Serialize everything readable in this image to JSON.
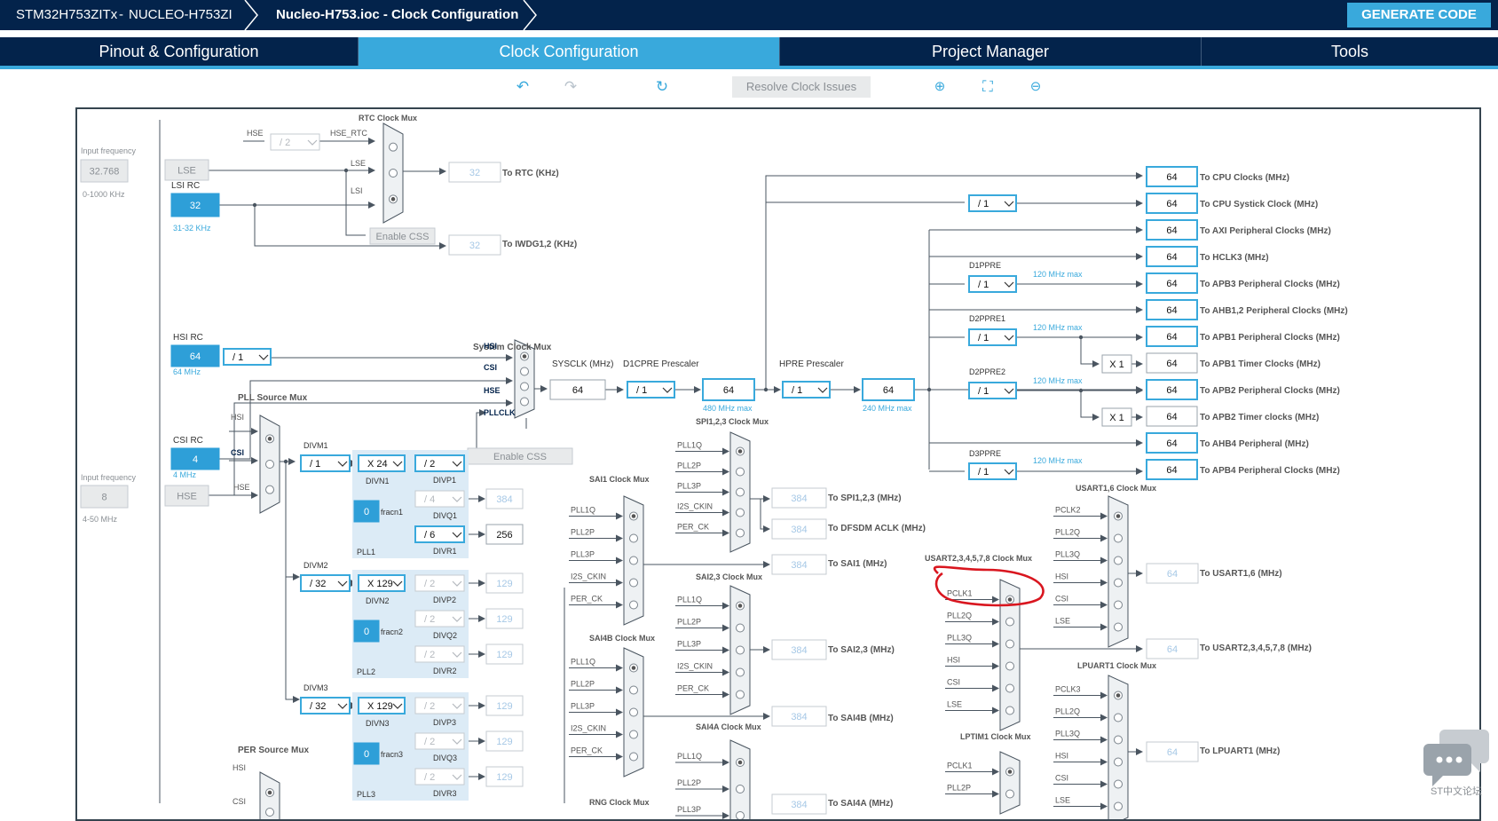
{
  "breadcrumb": {
    "device": "STM32H753ZITx",
    "sep": "-",
    "board": "NUCLEO-H753ZI",
    "file": "Nucleo-H753.ioc - Clock Configuration"
  },
  "generate_label": "GENERATE CODE",
  "tabs": [
    "Pinout & Configuration",
    "Clock Configuration",
    "Project Manager",
    "Tools"
  ],
  "toolbar": {
    "resolve": "Resolve Clock Issues"
  },
  "diagram": {
    "input_frequency_label": "Input frequency",
    "lse_freq": "32.768",
    "lse_range": "0-1000 KHz",
    "lse": "LSE",
    "lsi_rc": "LSI RC",
    "lsi_value": "32",
    "lsi_range": "31-32 KHz",
    "hse_freq": "8",
    "hse_range": "4-50 MHz",
    "hse": "HSE",
    "rtc_mux": "RTC Clock Mux",
    "hse_label": "HSE",
    "hse_div": "/ 2",
    "hse_rtc": "HSE_RTC",
    "mux_lse": "LSE",
    "mux_lsi": "LSI",
    "enable_css": "Enable CSS",
    "to_rtc_value": "32",
    "to_rtc": "To RTC (KHz)",
    "to_iwdg_value": "32",
    "to_iwdg": "To IWDG1,2 (KHz)",
    "hsi_rc": "HSI RC",
    "hsi_value": "64",
    "hsi_freq": "64 MHz",
    "hsi_div": "/ 1",
    "sys_mux": "System Clock Mux",
    "sys_hsi": "HSI",
    "sys_csi": "CSI",
    "sys_hse": "HSE",
    "sys_pllclk": "PLLCLK",
    "csi_rc": "CSI RC",
    "csi_value": "4",
    "csi_freq": "4 MHz",
    "pll_source_mux": "PLL Source Mux",
    "pll_hsi": "HSI",
    "pll_csi": "CSI",
    "pll_hse": "HSE",
    "sysclk_label": "SYSCLK (MHz)",
    "sysclk_value": "64",
    "d1cpre_label": "D1CPRE Prescaler",
    "d1cpre_value": "/ 1",
    "cpu_value": "64",
    "cpu_max": "480 MHz max",
    "hpre_label": "HPRE Prescaler",
    "hpre_value": "/ 1",
    "hclk_value": "64",
    "hclk_max": "240 MHz max",
    "divm1": "DIVM1",
    "divm1_value": "/ 1",
    "divn1_value": "X 24",
    "divn1": "DIVN1",
    "divp1_value": "/ 2",
    "divp1": "DIVP1",
    "divq1_value": "/ 4",
    "divq1": "DIVQ1",
    "divq1_out": "384",
    "divr1_value": "/ 6",
    "divr1": "DIVR1",
    "divr1_out": "256",
    "fracn1_value": "0",
    "fracn1": "fracn1",
    "pll1": "PLL1",
    "divm2": "DIVM2",
    "divm2_value": "/ 32",
    "divn2_value": "X 129",
    "divn2": "DIVN2",
    "divp2_value": "/ 2",
    "divp2": "DIVP2",
    "divp2_out": "129",
    "divq2_value": "/ 2",
    "divq2": "DIVQ2",
    "divq2_out": "129",
    "divr2_value": "/ 2",
    "divr2": "DIVR2",
    "divr2_out": "129",
    "fracn2_value": "0",
    "fracn2": "fracn2",
    "pll2": "PLL2",
    "divm3": "DIVM3",
    "divm3_value": "/ 32",
    "divn3_value": "X 129",
    "divn3": "DIVN3",
    "divp3_value": "/ 2",
    "divp3": "DIVP3",
    "divp3_out": "129",
    "divq3_value": "/ 2",
    "divq3": "DIVQ3",
    "divq3_out": "129",
    "divr3_value": "/ 2",
    "divr3": "DIVR3",
    "divr3_out": "129",
    "fracn3_value": "0",
    "fracn3": "fracn3",
    "pll3": "PLL3",
    "per_source_mux": "PER Source Mux",
    "per_hsi": "HSI",
    "per_csi": "CSI",
    "outputs": [
      {
        "value": "64",
        "label": "To CPU Clocks (MHz)"
      },
      {
        "value": "64",
        "label": "To CPU Systick Clock (MHz)"
      },
      {
        "value": "64",
        "label": "To AXI Peripheral Clocks (MHz)"
      },
      {
        "value": "64",
        "label": "To HCLK3 (MHz)"
      },
      {
        "value": "64",
        "label": "To APB3 Peripheral Clocks (MHz)"
      },
      {
        "value": "64",
        "label": "To AHB1,2 Peripheral Clocks (MHz)"
      },
      {
        "value": "64",
        "label": "To APB1 Peripheral Clocks (MHz)"
      },
      {
        "value": "64",
        "label": "To APB1 Timer Clocks (MHz)"
      },
      {
        "value": "64",
        "label": "To APB2 Peripheral Clocks (MHz)"
      },
      {
        "value": "64",
        "label": "To APB2 Timer clocks (MHz)"
      },
      {
        "value": "64",
        "label": "To AHB4 Peripheral (MHz)"
      },
      {
        "value": "64",
        "label": "To APB4 Peripheral Clocks (MHz)"
      }
    ],
    "systick_div": "/ 1",
    "d1ppre": "D1PPRE",
    "d1ppre_value": "/ 1",
    "d2ppre1": "D2PPRE1",
    "d2ppre1_value": "/ 1",
    "d2ppre2": "D2PPRE2",
    "d2ppre2_value": "/ 1",
    "d3ppre": "D3PPRE",
    "d3ppre_value": "/ 1",
    "max_120": "120 MHz max",
    "timer_mult": "X 1",
    "spi123_mux": "SPI1,2,3 Clock Mux",
    "spi_inputs": [
      "PLL1Q",
      "PLL2P",
      "PLL3P",
      "I2S_CKIN",
      "PER_CK"
    ],
    "to_spi_value": "384",
    "to_spi": "To SPI1,2,3 (MHz)",
    "to_dfsdm_value": "384",
    "to_dfsdm": "To DFSDM ACLK (MHz)",
    "to_sai1_value": "384",
    "to_sai1": "To SAI1 (MHz)",
    "sai1_mux": "SAI1 Clock Mux",
    "sai1_inputs": [
      "PLL1Q",
      "PLL2P",
      "PLL3P",
      "I2S_CKIN",
      "PER_CK"
    ],
    "sai23_mux": "SAI2,3 Clock Mux",
    "sai23_inputs": [
      "PLL1Q",
      "PLL2P",
      "PLL3P",
      "I2S_CKIN",
      "PER_CK"
    ],
    "to_sai23_value": "384",
    "to_sai23": "To SAI2,3 (MHz)",
    "sai4b_mux": "SAI4B Clock Mux",
    "sai4b_inputs": [
      "PLL1Q",
      "PLL2P",
      "PLL3P",
      "I2S_CKIN",
      "PER_CK"
    ],
    "to_sai4b_value": "384",
    "to_sai4b": "To SAI4B (MHz)",
    "sai4a_mux": "SAI4A Clock Mux",
    "sai4a_inputs": [
      "PLL1Q",
      "PLL2P",
      "PLL3P"
    ],
    "to_sai4a_value": "384",
    "to_sai4a": "To SAI4A (MHz)",
    "rng_mux": "RNG Clock Mux",
    "usart16_mux": "USART1,6 Clock Mux",
    "usart16_inputs": [
      "PCLK2",
      "PLL2Q",
      "PLL3Q",
      "HSI",
      "CSI",
      "LSE"
    ],
    "to_usart16_value": "64",
    "to_usart16": "To USART1,6 (MHz)",
    "usart2_mux": "USART2,3,4,5,7,8 Clock Mux",
    "usart2_inputs": [
      "PCLK1",
      "PLL2Q",
      "PLL3Q",
      "HSI",
      "CSI",
      "LSE"
    ],
    "to_usart2_value": "64",
    "to_usart2": "To USART2,3,4,5,7,8 (MHz)",
    "lpuart1_mux": "LPUART1 Clock Mux",
    "lpuart1_inputs": [
      "PCLK3",
      "PLL2Q",
      "PLL3Q",
      "HSI",
      "CSI",
      "LSE"
    ],
    "to_lpuart1_value": "64",
    "to_lpuart1": "To LPUART1 (MHz)",
    "lptim1_mux": "LPTIM1 Clock Mux",
    "lptim1_inputs": [
      "PCLK1",
      "PLL2P"
    ]
  },
  "chat_label": "ST中文论坛"
}
